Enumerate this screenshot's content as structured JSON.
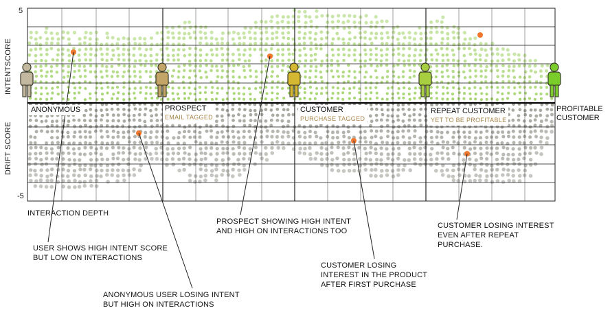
{
  "axis": {
    "top_value": "5",
    "bottom_value": "-5",
    "upper_title": "INTENTSCORE",
    "lower_title": "DRIFT SCORE",
    "x_title": "INTERACTION DEPTH"
  },
  "stages": [
    {
      "label": "ANONYMOUS",
      "sub": "",
      "color": "#c2b9a0"
    },
    {
      "label": "PROSPECT",
      "sub": "EMAIL TAGGED",
      "color": "#c3a567"
    },
    {
      "label": "CUSTOMER",
      "sub": "PURCHASE TAGGED",
      "color": "#d4b832"
    },
    {
      "label": "REPEAT CUSTOMER",
      "sub": "YET TO BE PROFITABLE",
      "color": "#a7cf3f"
    },
    {
      "label": "PROFITABLE CUSTOMER",
      "sub": "",
      "color": "#79cc2a"
    }
  ],
  "colors": {
    "intent_dots": "#a3d36a",
    "drift_dots": "#9a9a92",
    "highlight": "#f0772c",
    "grid": "#222222"
  },
  "callouts": [
    {
      "text": "USER SHOWS HIGH INTENT SCORE BUT LOW ON INTERACTIONS"
    },
    {
      "text": "ANONYMOUS USER LOSING INTENT BUT HIGH ON INTERACTIONS"
    },
    {
      "text": "PROSPECT SHOWING HIGH INTENT AND HIGH ON INTERACTIONS TOO"
    },
    {
      "text": "CUSTOMER LOSING INTEREST IN THE PRODUCT AFTER FIRST PURCHASE"
    },
    {
      "text": "CUSTOMER LOSING INTEREST EVEN AFTER REPEAT PURCHASE."
    }
  ]
}
